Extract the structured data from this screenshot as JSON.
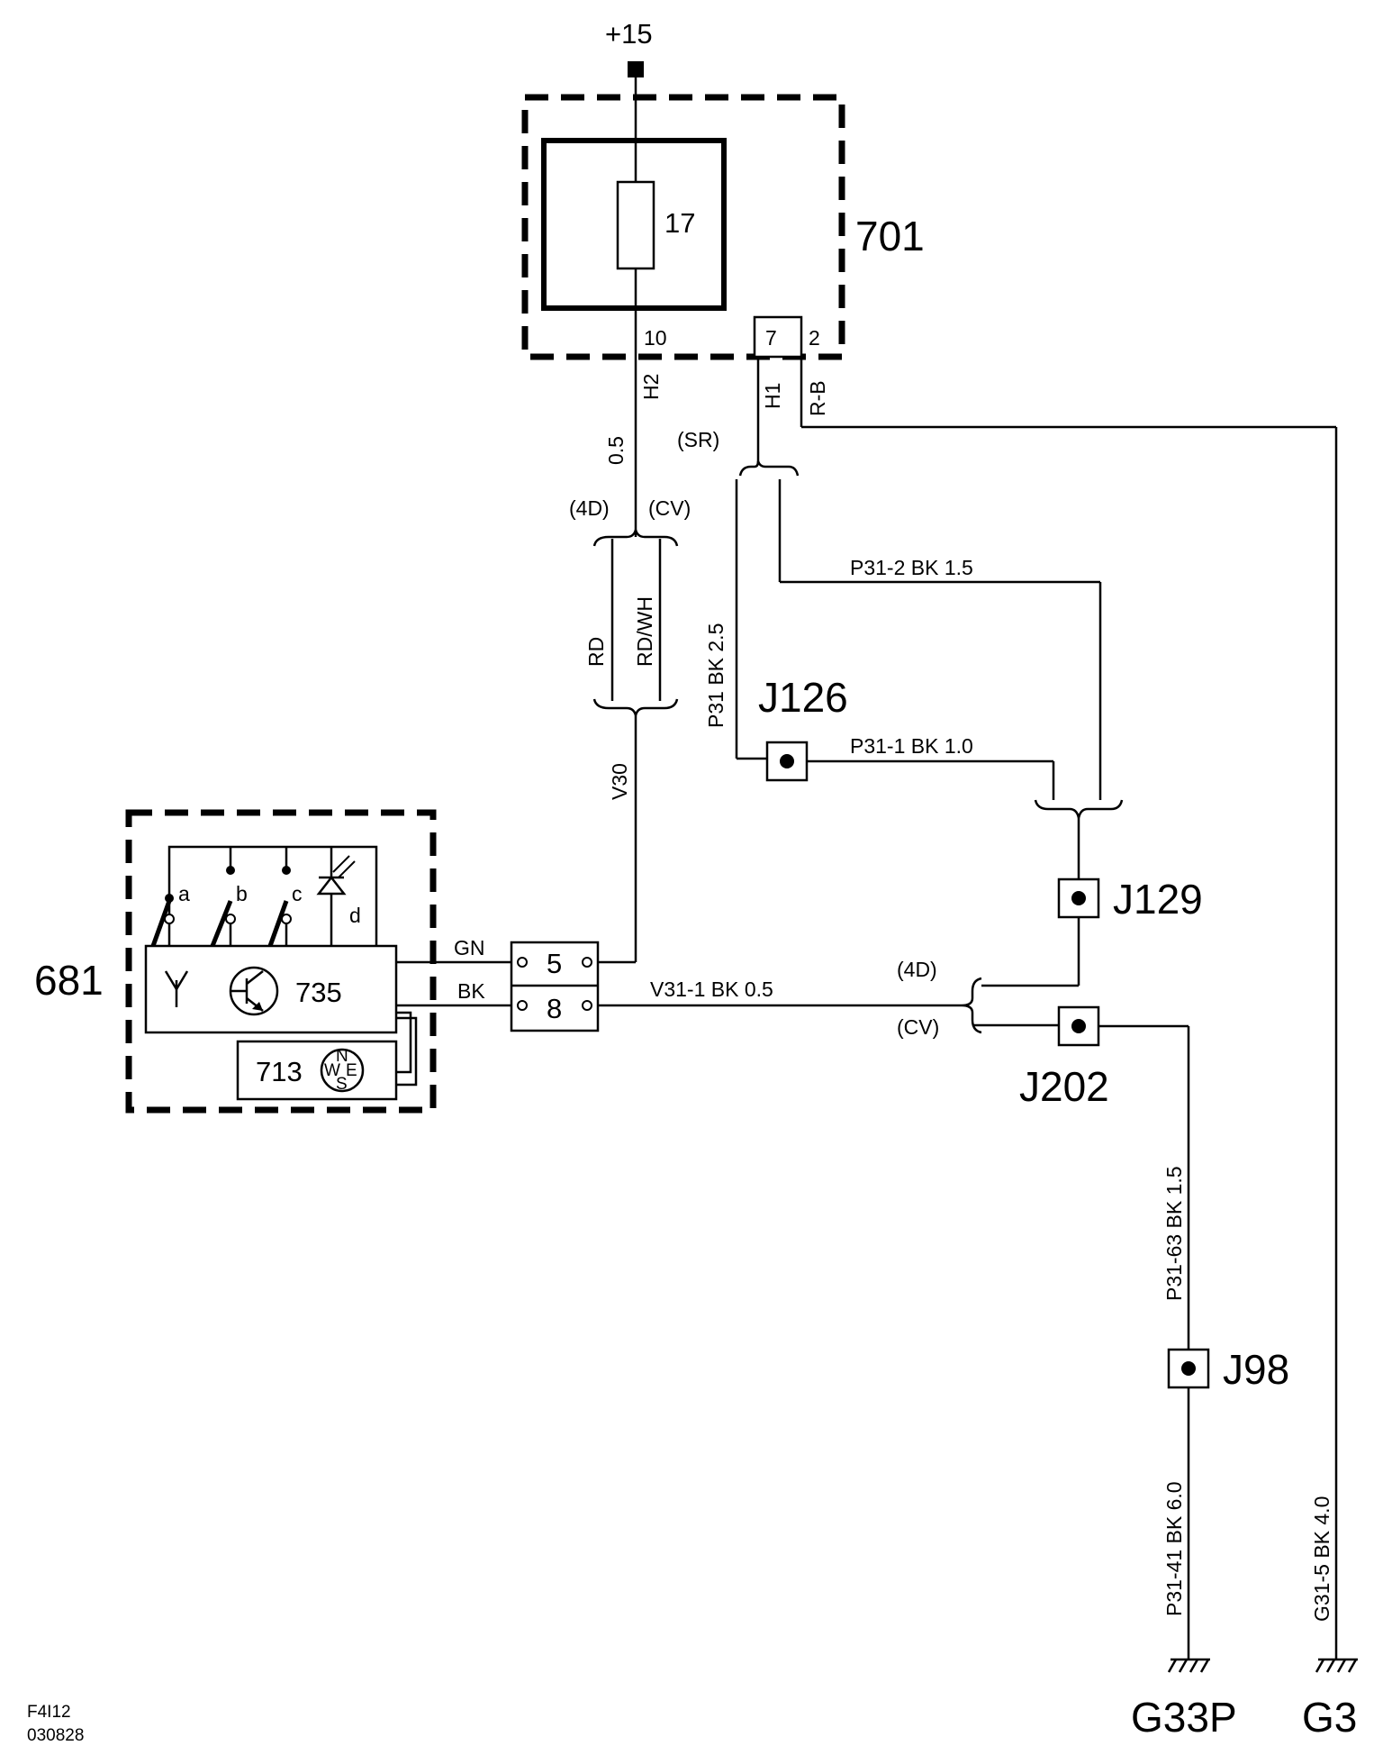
{
  "supply": {
    "label": "+15"
  },
  "components": {
    "fuse_box": {
      "id": "701",
      "fuse": "17",
      "pin10": "10",
      "pin7": "7",
      "pin2": "2"
    },
    "module": {
      "id": "681",
      "switch_a": "a",
      "switch_b": "b",
      "switch_c": "c",
      "led_d": "d",
      "transistor": "735",
      "compass": "713",
      "compass_n": "N",
      "compass_w": "W",
      "compass_e": "E",
      "compass_s": "S"
    },
    "connector": {
      "pin5": "5",
      "pin8": "8"
    }
  },
  "wires": {
    "h2": "H2",
    "gauge_05": "0.5",
    "h1": "H1",
    "rb": "R-B",
    "sr": "(SR)",
    "var_4d": "(4D)",
    "var_cv": "(CV)",
    "rd": "RD",
    "rdwh": "RD/WH",
    "v30": "V30",
    "p31_25": "P31  BK  2.5",
    "p31_2": "P31-2  BK  1.5",
    "p31_1": "P31-1  BK  1.0",
    "gn": "GN",
    "bk": "BK",
    "v31_1": "V31-1  BK  0.5",
    "var_4d_2": "(4D)",
    "var_cv_2": "(CV)",
    "p31_63": "P31-63  BK  1.5",
    "p31_41": "P31-41  BK  6.0",
    "g31_5": "G31-5  BK  4.0"
  },
  "junctions": {
    "j126": "J126",
    "j129": "J129",
    "j202": "J202",
    "j98": "J98"
  },
  "grounds": {
    "g33p": "G33P",
    "g3": "G3"
  },
  "footer": {
    "code": "F4I12",
    "date": "030828"
  }
}
